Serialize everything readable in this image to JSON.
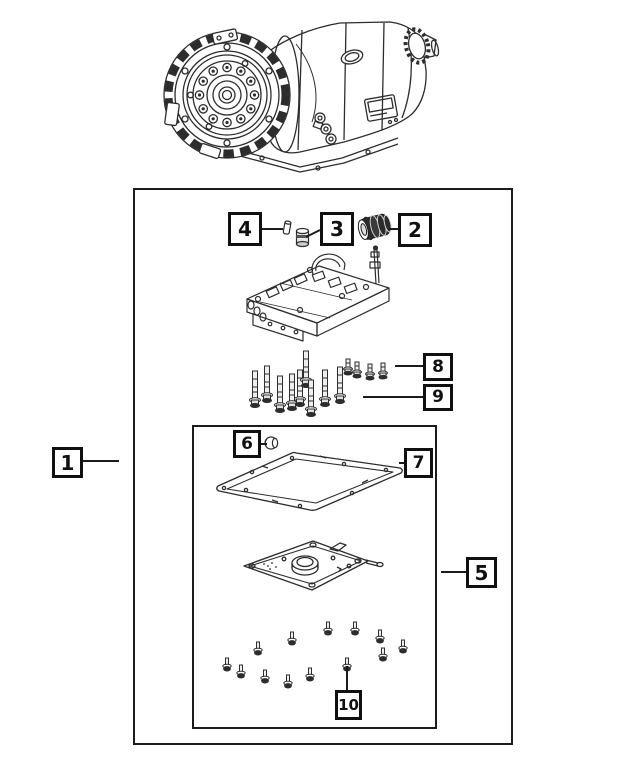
{
  "diagram": {
    "type": "exploded-parts-diagram",
    "background_color": "#ffffff",
    "line_color": "#2d2d2d",
    "callout_border_color": "#101010",
    "callouts": [
      {
        "label": "1"
      },
      {
        "label": "2"
      },
      {
        "label": "3"
      },
      {
        "label": "4"
      },
      {
        "label": "5"
      },
      {
        "label": "6"
      },
      {
        "label": "7"
      },
      {
        "label": "8"
      },
      {
        "label": "9"
      },
      {
        "label": "10"
      }
    ],
    "illustrations": {
      "transmission": "automatic-transmission-assembly-icon",
      "valve_body": "valve-body-assembly-icon",
      "connector_sleeve": "solenoid-connector-sleeve-icon",
      "seal": "seal-sleeve-icon",
      "pin": "roll-pin-icon",
      "grommet": "grommet-icon",
      "gasket": "oil-pan-gasket-icon",
      "oil_filter": "transmission-oil-filter-icon",
      "short_bolts": "short-bolt-icons",
      "long_bolts": "long-bolt-icons",
      "pan_screws": "pan-screw-icons"
    }
  }
}
